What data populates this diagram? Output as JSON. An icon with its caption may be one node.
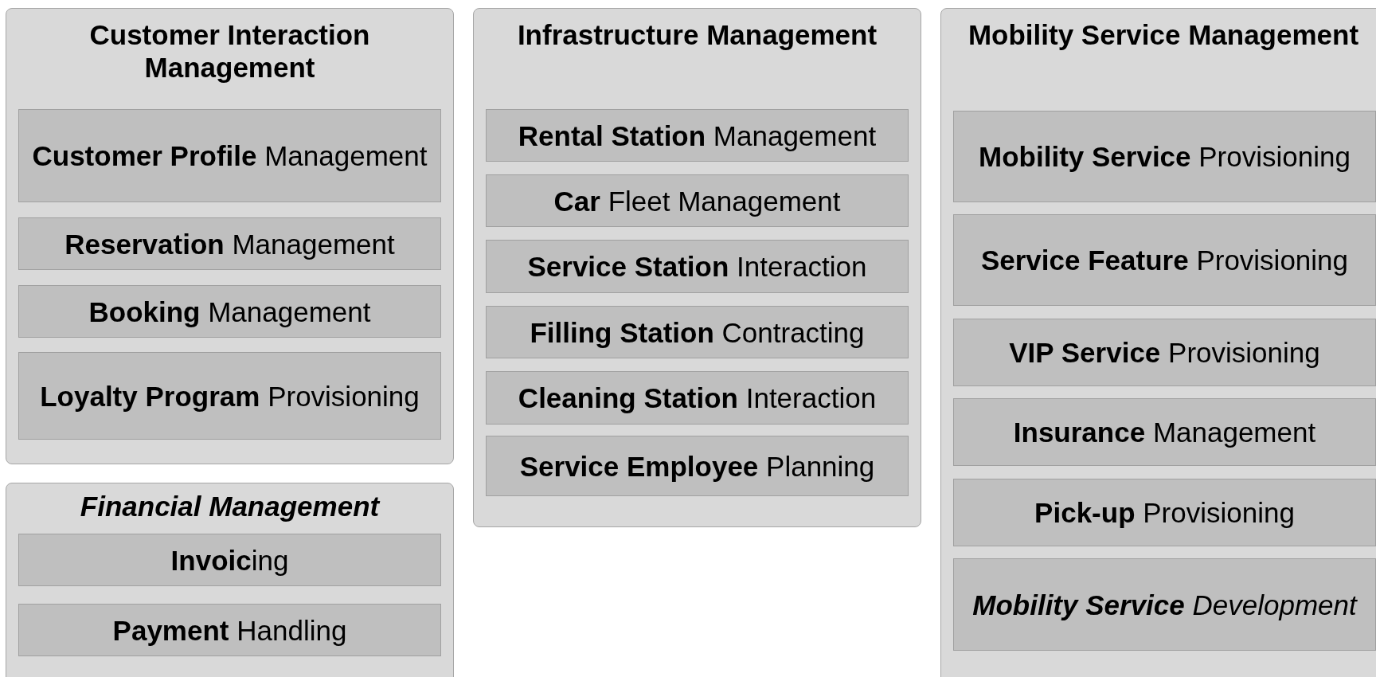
{
  "diagram": {
    "nodes": [
      {
        "text": [
          "Customer Interaction Management"
        ]
      },
      {
        "text": [
          "**Customer Profile** Management"
        ],
        "in": 0
      },
      {
        "text": [
          "**Reservation** Management"
        ],
        "in": 0
      },
      {
        "text": [
          "**Booking** Management"
        ],
        "in": 0
      },
      {
        "text": [
          "**Loyalty Program** Provisioning"
        ],
        "in": 0
      },
      {
        "text": [
          "Financial Management"
        ]
      },
      {
        "text": [
          "**Invoic**ing"
        ],
        "in": 5
      },
      {
        "text": [
          "**Payment** Handling"
        ],
        "in": 5
      },
      {
        "text": [
          "Infrastructure Management"
        ]
      },
      {
        "text": [
          "**Rental Station** Management"
        ],
        "in": 8
      },
      {
        "text": [
          "**Car** Fleet Management"
        ],
        "in": 8
      },
      {
        "text": [
          "**Service Station** Interaction"
        ],
        "in": 8
      },
      {
        "text": [
          "**Filling Station** Contracting"
        ],
        "in": 8
      },
      {
        "text": [
          "**Cleaning Station** Interaction"
        ],
        "in": 8
      },
      {
        "text": [
          "**Service Employee** Planning"
        ],
        "in": 8
      },
      {
        "text": [
          "Mobility Service Management"
        ]
      },
      {
        "text": [
          "**Mobility Service** Provisioning"
        ],
        "in": 15
      },
      {
        "text": [
          "**Service Feature** Provisioning"
        ],
        "in": 15
      },
      {
        "text": [
          "**VIP Service** Provisioning"
        ],
        "in": 15
      },
      {
        "text": [
          "**Insurance** Management"
        ],
        "in": 15
      },
      {
        "text": [
          "**Pick-up** Provisioning"
        ],
        "in": 15
      },
      {
        "text": [
          "**Mobility Service** Development"
        ],
        "in": 15
      }
    ]
  }
}
